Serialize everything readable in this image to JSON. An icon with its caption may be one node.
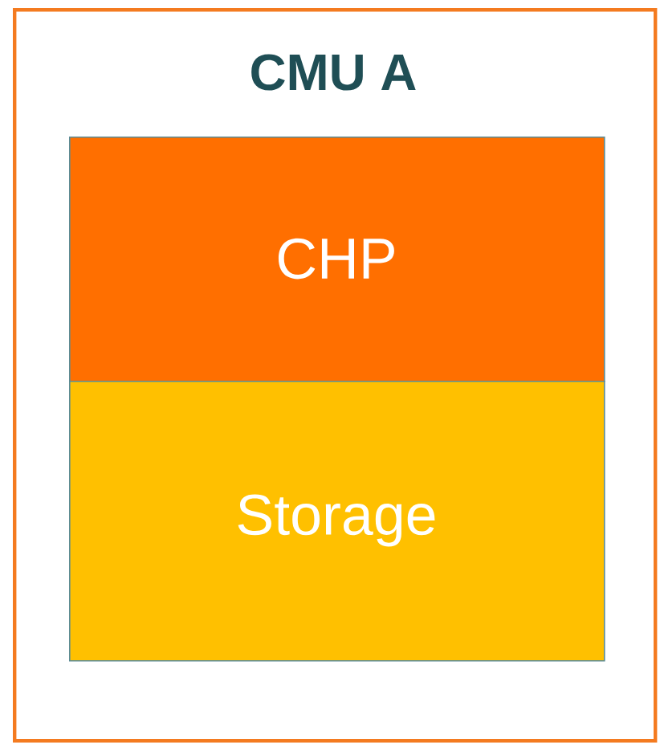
{
  "diagram": {
    "nodes": [
      {
        "text": [
          "CMU A"
        ]
      },
      {
        "text": [
          "CHP"
        ],
        "in": 0
      },
      {
        "text": [
          "Storage"
        ],
        "in": 0
      }
    ]
  }
}
